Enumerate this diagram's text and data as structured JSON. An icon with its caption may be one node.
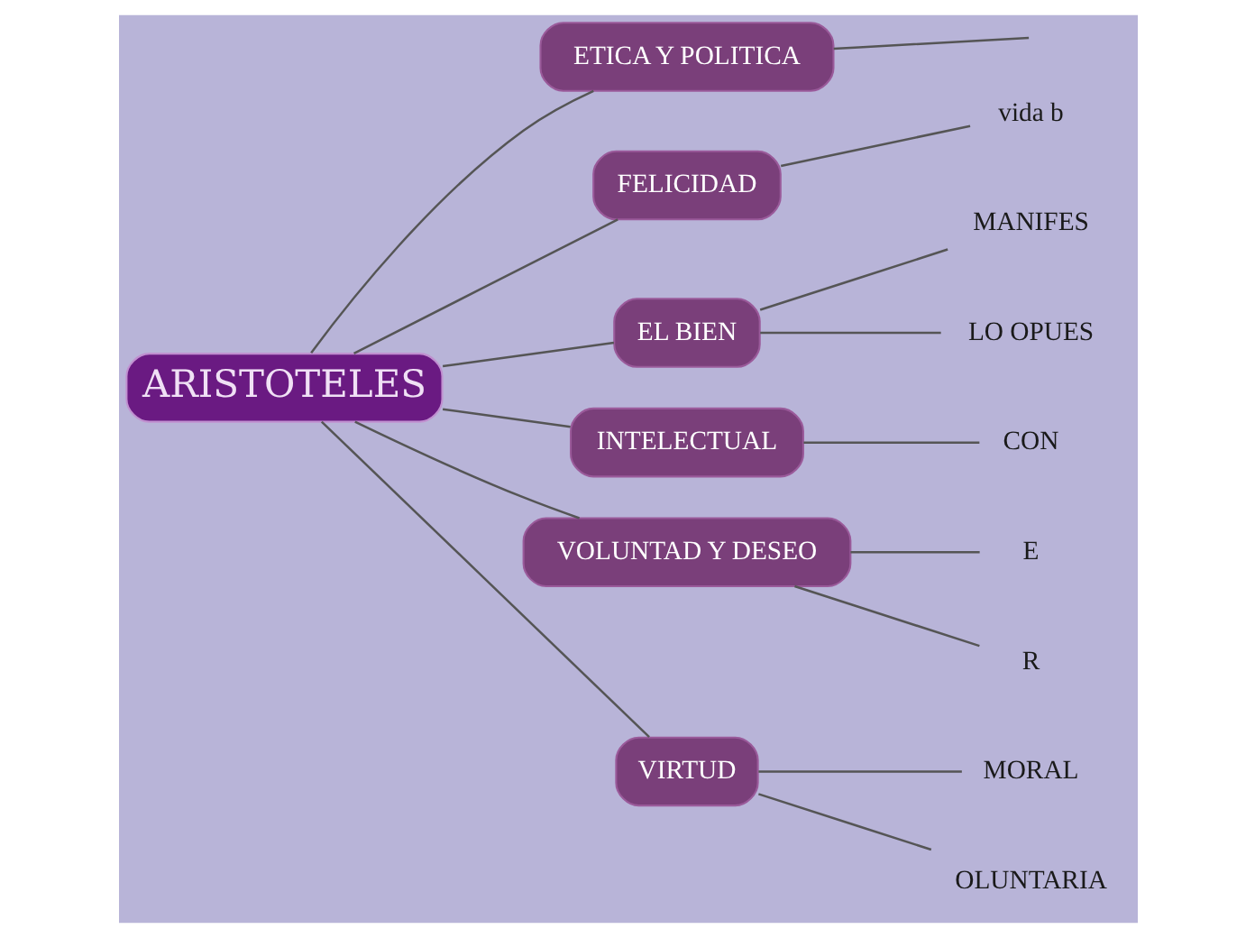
{
  "diagram": {
    "nodes": [
      {
        "text": [
          "ARISTOTELES"
        ]
      },
      {
        "text": [
          "ETICA Y POLITICA"
        ]
      },
      {
        "text": [
          "FELICIDAD"
        ]
      },
      {
        "text": [
          "EL BIEN"
        ]
      },
      {
        "text": [
          "INTELECTUAL"
        ]
      },
      {
        "text": [
          "VOLUNTAD Y DESEO"
        ]
      },
      {
        "text": [
          "VIRTUD"
        ]
      },
      {
        "text": [
          "vida b"
        ]
      },
      {
        "text": [
          "MANIFES"
        ]
      },
      {
        "text": [
          "LO OPUES"
        ]
      },
      {
        "text": [
          "CON"
        ]
      },
      {
        "text": [
          "E"
        ]
      },
      {
        "text": [
          "R"
        ]
      },
      {
        "text": [
          "MORAL"
        ]
      },
      {
        "text": [
          "OLUNTARIA"
        ]
      }
    ],
    "edges": [
      {
        "from": 0,
        "to": 1,
        "arrow": "none"
      },
      {
        "from": 0,
        "to": 2,
        "arrow": "none"
      },
      {
        "from": 0,
        "to": 3,
        "arrow": "none"
      },
      {
        "from": 0,
        "to": 4,
        "arrow": "none"
      },
      {
        "from": 0,
        "to": 5,
        "arrow": "none"
      },
      {
        "from": 0,
        "to": 6,
        "arrow": "none"
      },
      {
        "from": 1,
        "to": null,
        "arrow": "none"
      },
      {
        "from": 2,
        "to": 7,
        "arrow": "none"
      },
      {
        "from": 3,
        "to": 8,
        "arrow": "none"
      },
      {
        "from": 3,
        "to": 9,
        "arrow": "none"
      },
      {
        "from": 4,
        "to": 10,
        "arrow": "none"
      },
      {
        "from": 5,
        "to": 11,
        "arrow": "none"
      },
      {
        "from": 5,
        "to": 12,
        "arrow": "none"
      },
      {
        "from": 6,
        "to": 13,
        "arrow": "none"
      },
      {
        "from": 6,
        "to": 14,
        "arrow": "none"
      }
    ]
  }
}
